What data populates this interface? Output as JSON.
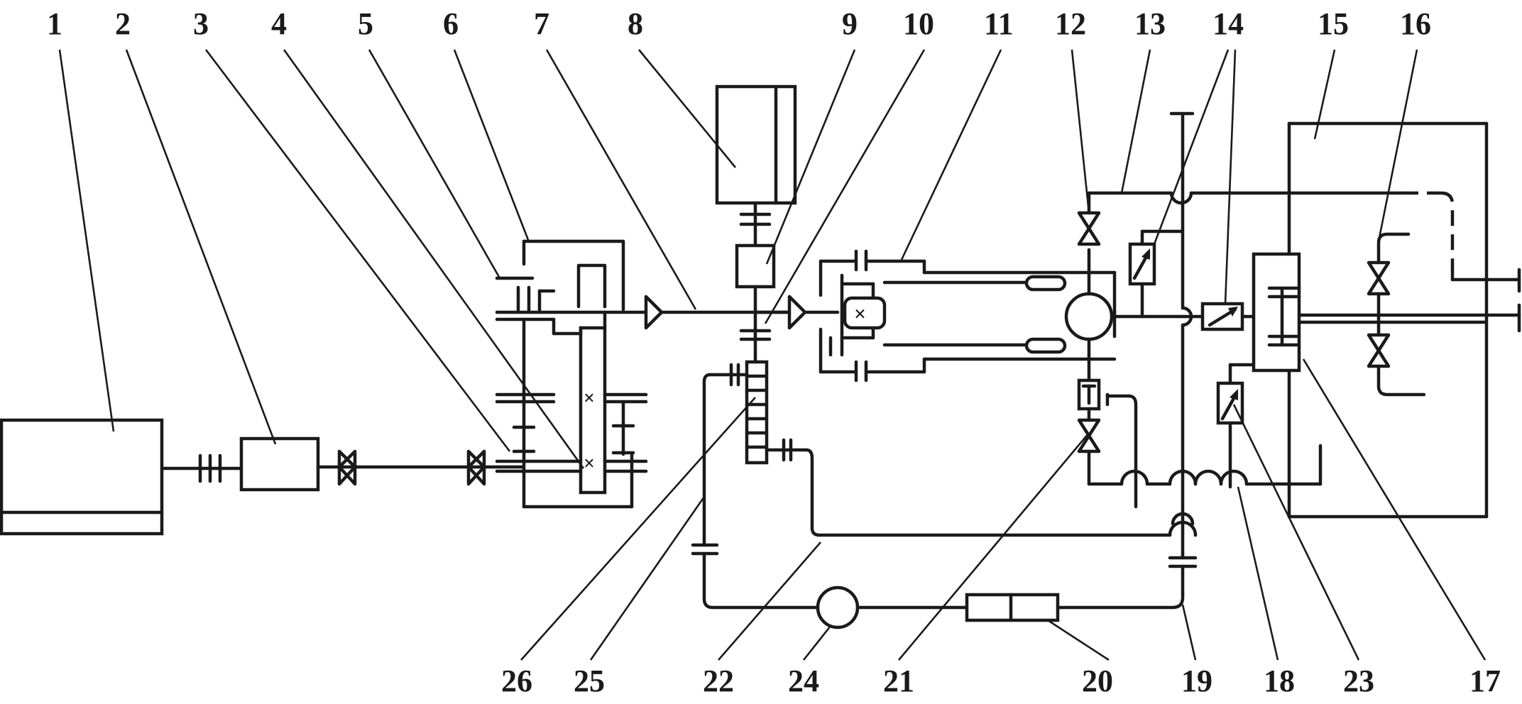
{
  "labels": {
    "top": [
      "1",
      "2",
      "3",
      "4",
      "5",
      "6",
      "7",
      "8",
      "9",
      "10",
      "11",
      "12",
      "13",
      "14",
      "15",
      "16"
    ],
    "bottom": [
      "26",
      "25",
      "22",
      "24",
      "21",
      "20",
      "19",
      "18",
      "23",
      "17"
    ]
  }
}
